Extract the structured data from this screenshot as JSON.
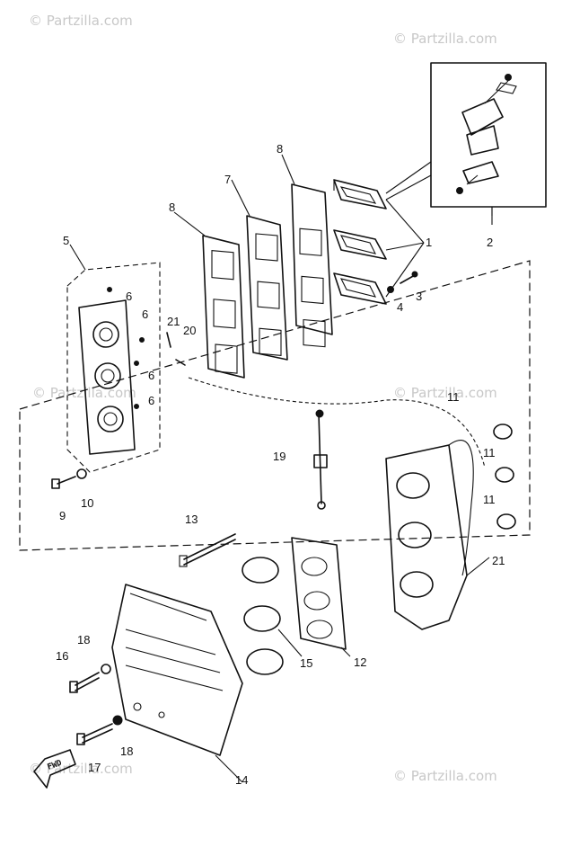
{
  "watermark": {
    "text": "© Partzilla.com",
    "color": "#c8c8c8"
  },
  "callouts": {
    "c1": "1",
    "c2": "2",
    "c3": "3",
    "c4": "4",
    "c5": "5",
    "c6": "6",
    "c7": "7",
    "c8": "8",
    "c9": "9",
    "c10": "10",
    "c11": "11",
    "c12": "12",
    "c13": "13",
    "c14": "14",
    "c15": "15",
    "c16": "16",
    "c17": "17",
    "c18": "18",
    "c19": "19",
    "c20": "20",
    "c21": "21"
  },
  "fwd_label": "FWD",
  "colors": {
    "ink": "#111111",
    "background": "#ffffff"
  }
}
